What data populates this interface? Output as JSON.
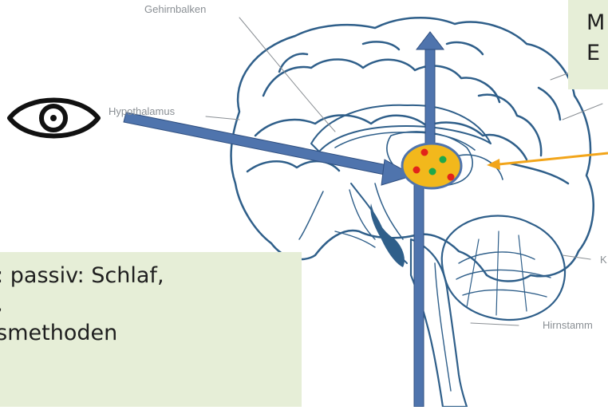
{
  "labels": {
    "corpus_callosum": "Gehirnbalken",
    "hypothalamus": "Hypothalamus",
    "brainstem": "Hirnstamm",
    "cerebellum_partial": "K"
  },
  "left_box": {
    "line1": "n: passiv: Schlaf,",
    "line2": "g,",
    "line3": "gsmethoden"
  },
  "right_box": {
    "line1": "M",
    "line2": "E"
  },
  "colors": {
    "arrow_blue": "#4f74ad",
    "arrow_blue_edge": "#2f4f80",
    "nucleus_fill": "#f2b81c",
    "nucleus_edge": "#4f74ad",
    "dot_red": "#e2231a",
    "dot_green": "#1fa84a",
    "pointer_orange": "#f2a51a",
    "brain_line": "#2f5f8a",
    "box_fill": "#e6eed7"
  },
  "icons": [
    "eye-icon"
  ]
}
